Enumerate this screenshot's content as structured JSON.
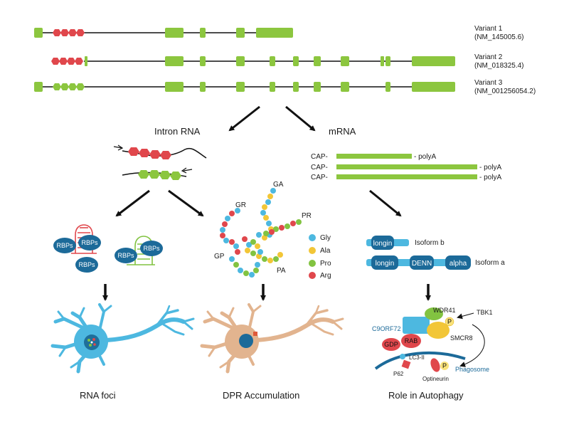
{
  "variants": [
    {
      "name": "Variant 1",
      "accession": "(NM_145005.6)"
    },
    {
      "name": "Variant 2",
      "accession": "(NM_018325.4)"
    },
    {
      "name": "Variant 3",
      "accession": "(NM_001256054.2)"
    }
  ],
  "branches": {
    "intron": "Intron RNA",
    "mrna": "mRNA"
  },
  "mrna_lines": [
    {
      "cap": "CAP-",
      "tail": "- polyA"
    },
    {
      "cap": "CAP-",
      "tail": "- polyA"
    },
    {
      "cap": "CAP-",
      "tail": "- polyA"
    }
  ],
  "rbp_label": "RBPs",
  "dpr": {
    "labels": {
      "ga": "GA",
      "gr": "GR",
      "pr": "PR",
      "gp": "GP",
      "pa": "PA"
    },
    "legend": [
      {
        "label": "Gly",
        "color": "#4db8e0"
      },
      {
        "label": "Ala",
        "color": "#f2c637"
      },
      {
        "label": "Pro",
        "color": "#82c341"
      },
      {
        "label": "Arg",
        "color": "#e0474c"
      }
    ]
  },
  "isoforms": {
    "b": {
      "domains": [
        "longin"
      ],
      "label": "Isoform b"
    },
    "a": {
      "domains": [
        "longin",
        "DENN",
        "alpha"
      ],
      "label": "Isoform a"
    }
  },
  "autophagy": {
    "wdr41": "WDR41",
    "tbk1": "TBK1",
    "c9orf72": "C9ORF72",
    "p": "P",
    "smcr8": "SMCR8",
    "rab": "RAB",
    "gdp": "GDP",
    "lc3": "LC3-II",
    "p62": "P62",
    "optineurin": "Optineurin",
    "phagosome": "Phagosome"
  },
  "outcomes": {
    "rna_foci": "RNA foci",
    "dpr": "DPR Accumulation",
    "autophagy": "Role in Autophagy"
  },
  "colors": {
    "exon": "#8cc63f",
    "repeat": "#e0474c",
    "neuron_blue": "#4db8e0",
    "neuron_tan": "#e2b48f",
    "nucleus_blue": "#1f6f9a",
    "protein_blue": "#4db8e0",
    "dark_blue": "#1c6a99",
    "arrow": "#111111"
  }
}
